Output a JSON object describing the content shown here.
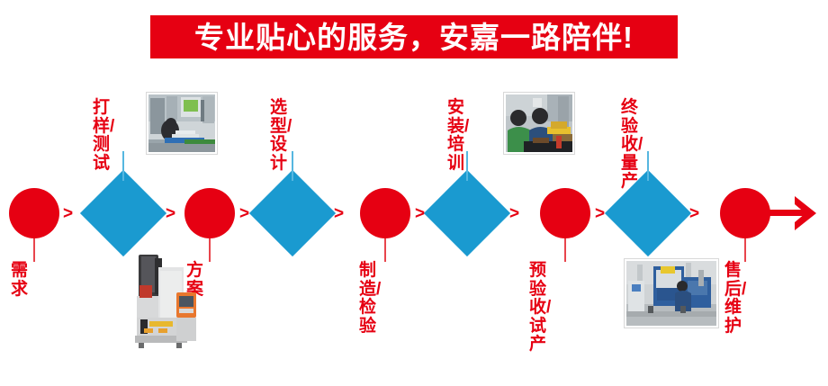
{
  "banner": {
    "title": "专业贴心的服务，安嘉一路陪伴!",
    "background_color": "#e60012",
    "text_color": "#ffffff"
  },
  "colors": {
    "red": "#e60012",
    "blue": "#1a9ad0",
    "white": "#ffffff",
    "stem_red": "#e8454c",
    "stem_blue": "#56b7e0"
  },
  "flow": {
    "separator_glyph": ">",
    "end_arrow_name": "right-arrow",
    "steps": [
      {
        "index": 1,
        "shape": "circle",
        "label": "需求",
        "label_position": "below"
      },
      {
        "index": 2,
        "shape": "diamond",
        "label": "打样/\n测试",
        "label_position": "above"
      },
      {
        "index": 3,
        "shape": "circle",
        "label": "方案",
        "label_position": "below"
      },
      {
        "index": 4,
        "shape": "diamond",
        "label": "选型/\n设计",
        "label_position": "above"
      },
      {
        "index": 5,
        "shape": "circle",
        "label": "制造/\n检验",
        "label_position": "below"
      },
      {
        "index": 6,
        "shape": "diamond",
        "label": "安装/\n培训",
        "label_position": "above"
      },
      {
        "index": 7,
        "shape": "circle",
        "label": "预验收/\n试产",
        "label_position": "below"
      },
      {
        "index": 8,
        "shape": "diamond",
        "label": "终验收/\n量产",
        "label_position": "above"
      },
      {
        "index": 9,
        "shape": "circle",
        "label": "售后/\n维护",
        "label_position": "below"
      }
    ]
  },
  "photos": [
    {
      "id": "testing-lab-photo",
      "caption_step": "打样/测试",
      "position": "top"
    },
    {
      "id": "welding-machine-photo",
      "caption_step": "方案",
      "position": "bottom"
    },
    {
      "id": "installation-training-photo",
      "caption_step": "安装/培训",
      "position": "top"
    },
    {
      "id": "production-floor-photo",
      "caption_step": "终验收/量产",
      "position": "bottom"
    }
  ]
}
